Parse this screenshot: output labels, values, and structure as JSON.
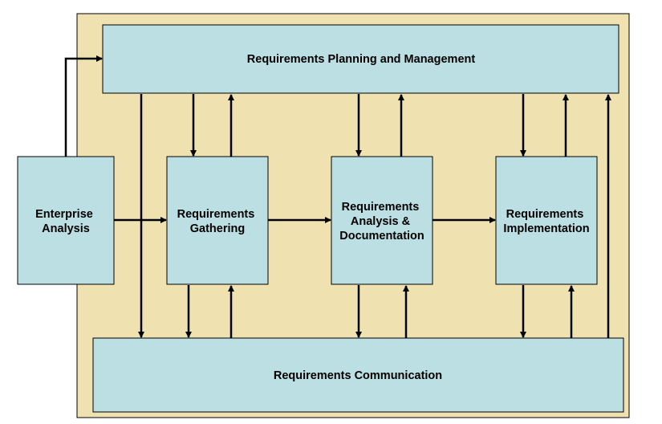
{
  "colors": {
    "background_panel": "#f0e2b0",
    "box_fill": "#bcdfe3",
    "line": "#000000"
  },
  "boxes": {
    "planning": {
      "lines": [
        "Requirements Planning and Management"
      ]
    },
    "communication": {
      "lines": [
        "Requirements Communication"
      ]
    },
    "enterprise": {
      "lines": [
        "Enterprise",
        "Analysis"
      ]
    },
    "gathering": {
      "lines": [
        "Requirements",
        "Gathering"
      ]
    },
    "analysis": {
      "lines": [
        "Requirements",
        "Analysis &",
        "Documentation"
      ]
    },
    "implementation": {
      "lines": [
        "Requirements",
        "Implementation"
      ]
    }
  }
}
